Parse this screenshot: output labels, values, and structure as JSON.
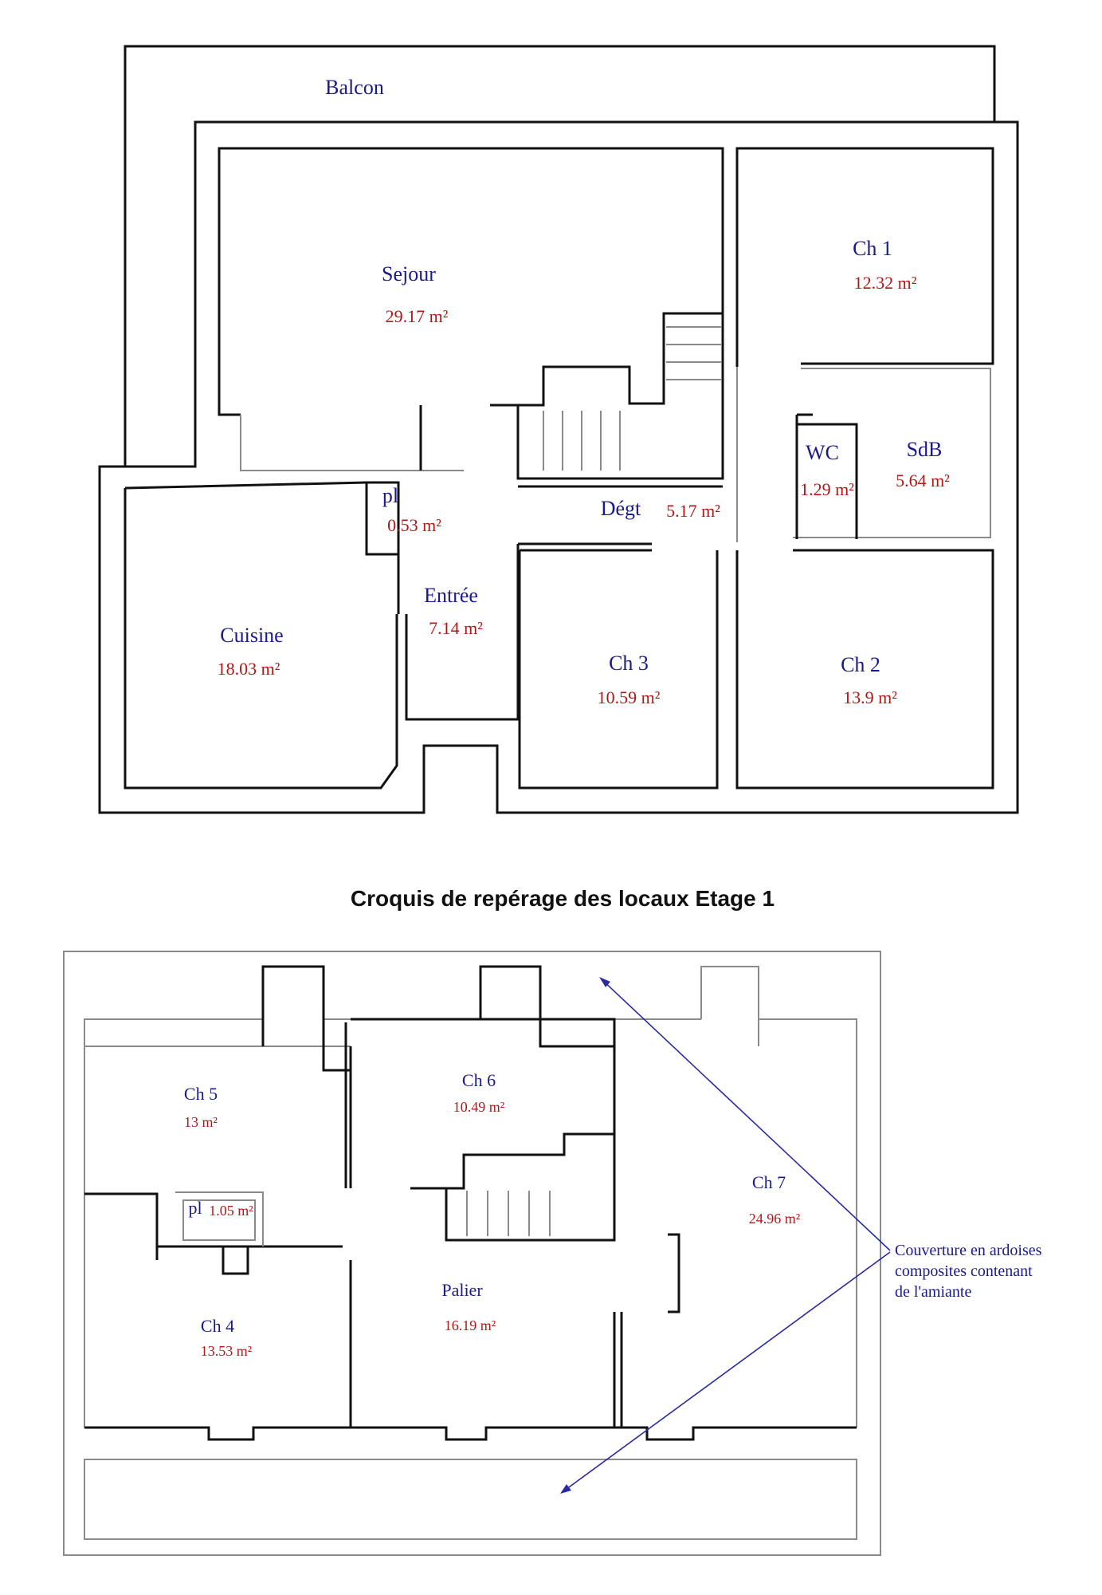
{
  "ground_floor": {
    "balcony_label": "Balcon",
    "rooms": [
      {
        "id": "sejour",
        "name": "Sejour",
        "area": "29.17 m²"
      },
      {
        "id": "ch1",
        "name": "Ch 1",
        "area": "12.32 m²"
      },
      {
        "id": "wc",
        "name": "WC",
        "area": "1.29 m²"
      },
      {
        "id": "sdb",
        "name": "SdB",
        "area": "5.64 m²"
      },
      {
        "id": "pl",
        "name": "pl",
        "area": "0.53 m²"
      },
      {
        "id": "degt",
        "name": "Dégt",
        "area": "5.17 m²"
      },
      {
        "id": "entree",
        "name": "Entrée",
        "area": "7.14 m²"
      },
      {
        "id": "cuisine",
        "name": "Cuisine",
        "area": "18.03 m²"
      },
      {
        "id": "ch3",
        "name": "Ch 3",
        "area": "10.59 m²"
      },
      {
        "id": "ch2",
        "name": "Ch 2",
        "area": "13.9 m²"
      }
    ]
  },
  "section_title": "Croquis de repérage des locaux Etage 1",
  "first_floor": {
    "rooms": [
      {
        "id": "ch5",
        "name": "Ch 5",
        "area": "13 m²"
      },
      {
        "id": "ch6",
        "name": "Ch 6",
        "area": "10.49 m²"
      },
      {
        "id": "ch7",
        "name": "Ch 7",
        "area": "24.96 m²"
      },
      {
        "id": "pl",
        "name": "pl",
        "area": "1.05 m²"
      },
      {
        "id": "ch4",
        "name": "Ch 4",
        "area": "13.53 m²"
      },
      {
        "id": "palier",
        "name": "Palier",
        "area": "16.19 m²"
      }
    ],
    "annotation": [
      "Couverture en ardoises",
      "composites contenant",
      "de l'amiante"
    ]
  },
  "colors": {
    "walls": "#111111",
    "room_name": "#1a1a8c",
    "room_area": "#b01818",
    "arrow": "#2a2aa0"
  }
}
